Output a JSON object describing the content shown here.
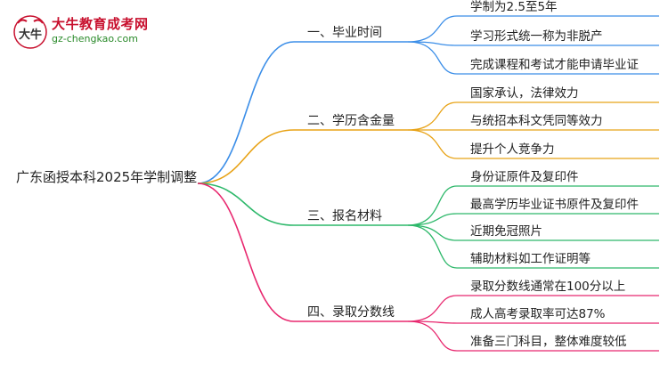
{
  "logo": {
    "title": "大牛教育成考网",
    "url": "gz-chengkao.com",
    "mark_text": "大牛"
  },
  "root": {
    "label": "广东函授本科2025年学制调整"
  },
  "branches": [
    {
      "label": "一、毕业时间",
      "color": "#3b8ee8",
      "children": [
        "学制为2.5至5年",
        "学习形式统一称为非脱产",
        "完成课程和考试才能申请毕业证"
      ]
    },
    {
      "label": "二、学历含金量",
      "color": "#e8a317",
      "children": [
        "国家承认，法律效力",
        "与统招本科文凭同等效力",
        "提升个人竞争力"
      ]
    },
    {
      "label": "三、报名材料",
      "color": "#2db86a",
      "children": [
        "身份证原件及复印件",
        "最高学历毕业证书原件及复印件",
        "近期免冠照片",
        "辅助材料如工作证明等"
      ]
    },
    {
      "label": "四、录取分数线",
      "color": "#e8286f",
      "children": [
        "录取分数线通常在100分以上",
        "成人高考录取率可达87%",
        "准备三门科目，整体难度较低"
      ]
    }
  ]
}
